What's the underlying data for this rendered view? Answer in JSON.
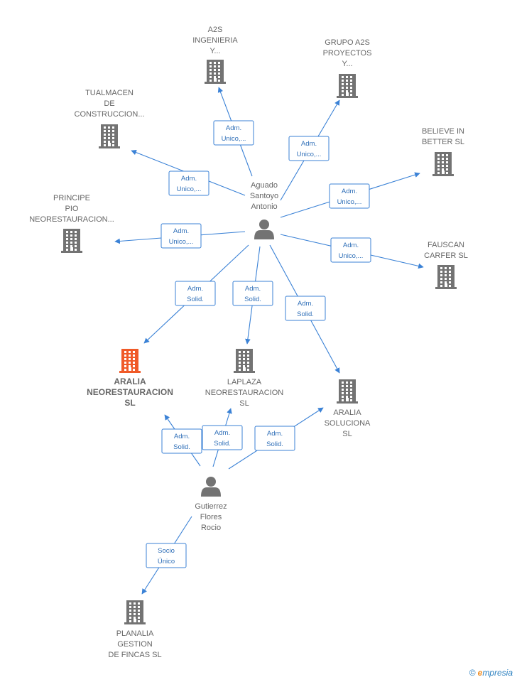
{
  "nodes": [
    {
      "id": "a2s",
      "type": "company",
      "lines": [
        "A2S",
        "INGENIERIA",
        "Y..."
      ]
    },
    {
      "id": "grupo",
      "type": "company",
      "lines": [
        "GRUPO A2S",
        "PROYECTOS",
        "Y..."
      ]
    },
    {
      "id": "tualmacen",
      "type": "company",
      "lines": [
        "TUALMACEN",
        "DE",
        "CONSTRUCCION..."
      ]
    },
    {
      "id": "believe",
      "type": "company",
      "lines": [
        "BELIEVE IN",
        "BETTER  SL"
      ]
    },
    {
      "id": "principe",
      "type": "company",
      "lines": [
        "PRINCIPE",
        "PIO",
        "NEORESTAURACION..."
      ]
    },
    {
      "id": "fauscan",
      "type": "company",
      "lines": [
        "FAUSCAN",
        "CARFER  SL"
      ]
    },
    {
      "id": "aguado",
      "type": "person",
      "lines": [
        "Aguado",
        "Santoyo",
        "Antonio"
      ]
    },
    {
      "id": "aralia_neo",
      "type": "company",
      "highlight": true,
      "lines": [
        "ARALIA",
        "NEORESTAURACION",
        "SL"
      ]
    },
    {
      "id": "laplaza",
      "type": "company",
      "lines": [
        "LAPLAZA",
        "NEORESTAURACION",
        "SL"
      ]
    },
    {
      "id": "aralia_sol",
      "type": "company",
      "lines": [
        "ARALIA",
        "SOLUCIONA",
        "SL"
      ]
    },
    {
      "id": "gutierrez",
      "type": "person",
      "lines": [
        "Gutierrez",
        "Flores",
        "Rocio"
      ]
    },
    {
      "id": "planalia",
      "type": "company",
      "lines": [
        "PLANALIA",
        "GESTION",
        "DE FINCAS  SL"
      ]
    }
  ],
  "edges": [
    {
      "from": "aguado",
      "to": "a2s",
      "label": [
        "Adm.",
        "Unico,..."
      ]
    },
    {
      "from": "aguado",
      "to": "grupo",
      "label": [
        "Adm.",
        "Unico,..."
      ]
    },
    {
      "from": "aguado",
      "to": "tualmacen",
      "label": [
        "Adm.",
        "Unico,..."
      ]
    },
    {
      "from": "aguado",
      "to": "believe",
      "label": [
        "Adm.",
        "Unico,..."
      ]
    },
    {
      "from": "aguado",
      "to": "principe",
      "label": [
        "Adm.",
        "Unico,..."
      ]
    },
    {
      "from": "aguado",
      "to": "fauscan",
      "label": [
        "Adm.",
        "Unico,..."
      ]
    },
    {
      "from": "aguado",
      "to": "aralia_neo",
      "label": [
        "Adm.",
        "Solid."
      ]
    },
    {
      "from": "aguado",
      "to": "laplaza",
      "label": [
        "Adm.",
        "Solid."
      ]
    },
    {
      "from": "aguado",
      "to": "aralia_sol",
      "label": [
        "Adm.",
        "Solid."
      ]
    },
    {
      "from": "gutierrez",
      "to": "aralia_neo",
      "label": [
        "Adm.",
        "Solid."
      ]
    },
    {
      "from": "gutierrez",
      "to": "laplaza",
      "label": [
        "Adm.",
        "Solid."
      ]
    },
    {
      "from": "gutierrez",
      "to": "aralia_sol",
      "label": [
        "Adm.",
        "Solid."
      ]
    },
    {
      "from": "gutierrez",
      "to": "planalia",
      "label": [
        "Socio",
        "Único"
      ]
    }
  ],
  "colors": {
    "edge": "#3b82d6",
    "company": "#737373",
    "highlight": "#f05a28",
    "person": "#737373"
  },
  "brand": {
    "copyright": "©",
    "name": "mpresia",
    "initial": "e"
  }
}
